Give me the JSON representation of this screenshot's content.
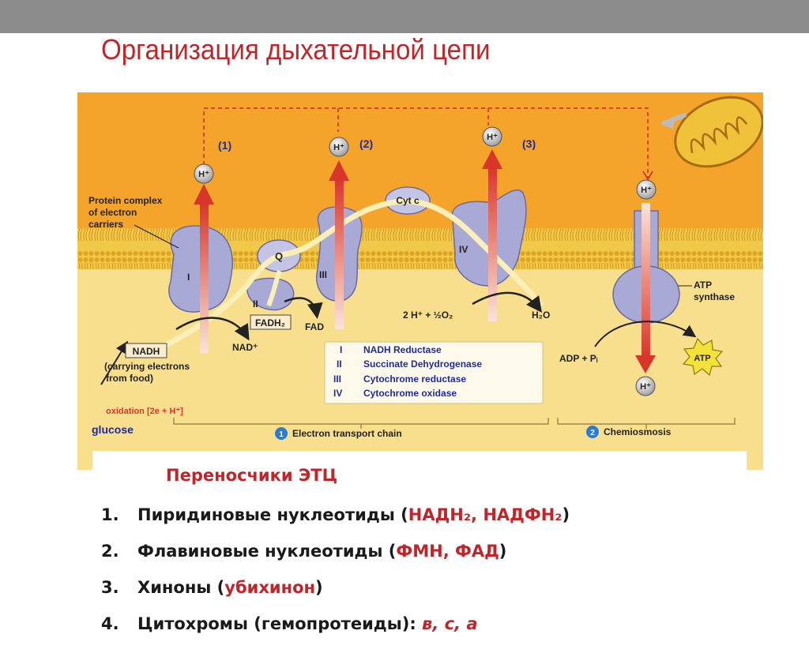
{
  "slide": {
    "title": "Организация дыхательной цепи"
  },
  "figure": {
    "labels": {
      "protein_complex": [
        "Protein complex",
        "of electron",
        "carriers"
      ],
      "step_1": "(1)",
      "step_2": "(2)",
      "step_3": "(3)",
      "h_plus": "H⁺",
      "complex_i": "I",
      "complex_ii": "II",
      "complex_iii": "III",
      "complex_iv": "IV",
      "q": "Q",
      "cyt_c": "Cyt c",
      "fadh2": "FADH₂",
      "fad": "FAD",
      "nadh": "NADH",
      "nad_plus": "NAD⁺",
      "carrying": [
        "(carrying electrons",
        "from food)"
      ],
      "oxidation": "oxidation [2e + H⁺]",
      "glucose": "glucose",
      "oxygen_reaction": "2 H⁺ + ½O₂",
      "water": "H₂O",
      "atp_synthase": [
        "ATP",
        "synthase"
      ],
      "adp_pi": "ADP + Pᵢ",
      "atp": "ATP",
      "etc_number": "1",
      "etc_label": "Electron transport chain",
      "chemi_number": "2",
      "chemi_label": "Chemiosmosis"
    },
    "legend": [
      {
        "num": "I",
        "text": "NADH Reductase"
      },
      {
        "num": "II",
        "text": "Succinate Dehydrogenase"
      },
      {
        "num": "III",
        "text": "Cytochrome reductase"
      },
      {
        "num": "IV",
        "text": "Cytochrome oxidase"
      }
    ]
  },
  "carriers": {
    "heading": "Переносчики ЭТЦ",
    "items": [
      {
        "num": "1.",
        "text": "Пиридиновые нуклеотиды",
        "open": " (",
        "highlight": "НАДН₂, НАДФН₂",
        "close": ")"
      },
      {
        "num": "2.",
        "text": "Флавиновые нуклеотиды",
        "open": " (",
        "highlight": "ФМН, ФАД",
        "close": ")"
      },
      {
        "num": "3.",
        "text": "Хиноны",
        "open": " (",
        "highlight": "убихинон",
        "close": ")"
      },
      {
        "num": "4.",
        "text": "Цитохромы",
        "open": " (гемопротеиды): ",
        "highlight": "в, с, а",
        "close": ""
      }
    ]
  },
  "colors": {
    "accent_red": "#c0252a",
    "orange_bg": "#f4a42a",
    "matrix_bg": "#f8df8e",
    "membrane": "#f2c84a",
    "protein": "#a9a9d6",
    "legend_text": "#1c2c9c"
  }
}
